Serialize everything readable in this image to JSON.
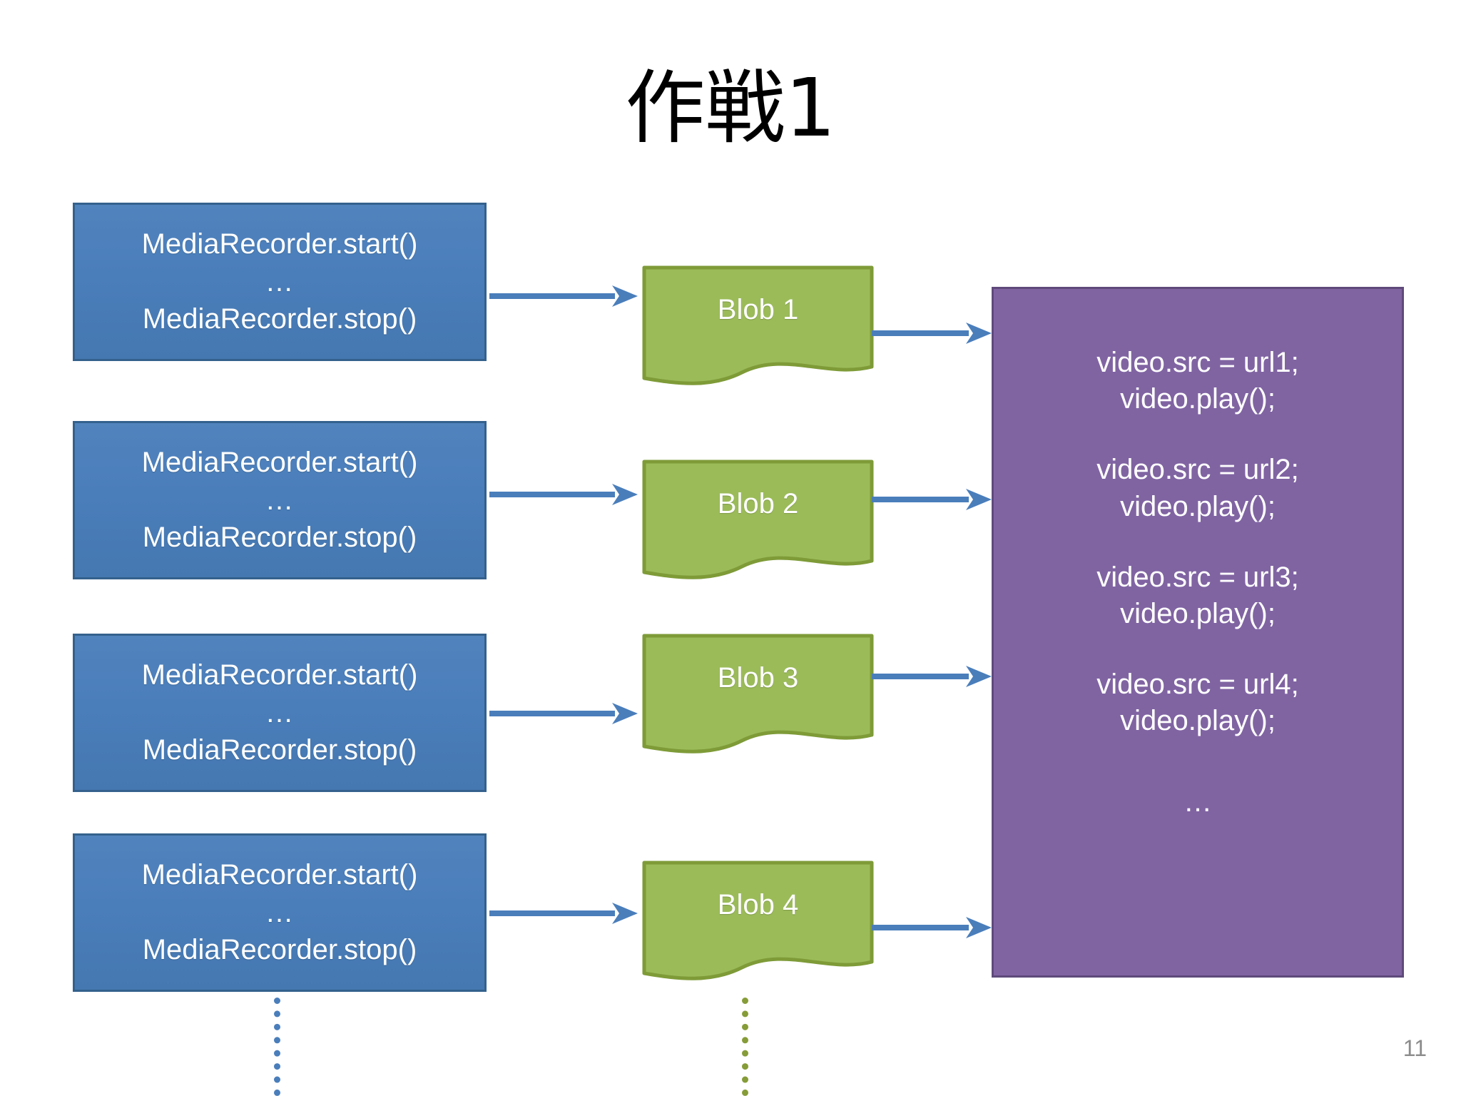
{
  "slide": {
    "title": "作戦1",
    "page_number": "11",
    "background_color": "#FFFFFF"
  },
  "colors": {
    "recorder_fill": "#4A7EBB",
    "recorder_border": "#34618D",
    "blob_fill": "#9BBB59",
    "blob_border": "#7E9B38",
    "player_fill": "#8064A2",
    "player_border": "#5F4A7B",
    "arrow": "#4A7EBB",
    "title_text": "#000000",
    "page_number_text": "#8C8C8C"
  },
  "recorders": [
    {
      "line1": "MediaRecorder.start()",
      "line2": "…",
      "line3": "MediaRecorder.stop()"
    },
    {
      "line1": "MediaRecorder.start()",
      "line2": "…",
      "line3": "MediaRecorder.stop()"
    },
    {
      "line1": "MediaRecorder.start()",
      "line2": "…",
      "line3": "MediaRecorder.stop()"
    },
    {
      "line1": "MediaRecorder.start()",
      "line2": "…",
      "line3": "MediaRecorder.stop()"
    }
  ],
  "blobs": [
    {
      "label": "Blob 1"
    },
    {
      "label": "Blob 2"
    },
    {
      "label": "Blob 3"
    },
    {
      "label": "Blob 4"
    }
  ],
  "player": {
    "statements": [
      {
        "src": "video.src = url1;",
        "play": "video.play();"
      },
      {
        "src": "video.src = url2;",
        "play": "video.play();"
      },
      {
        "src": "video.src = url3;",
        "play": "video.play();"
      },
      {
        "src": "video.src = url4;",
        "play": "video.play();"
      }
    ],
    "ellipsis": "…"
  }
}
